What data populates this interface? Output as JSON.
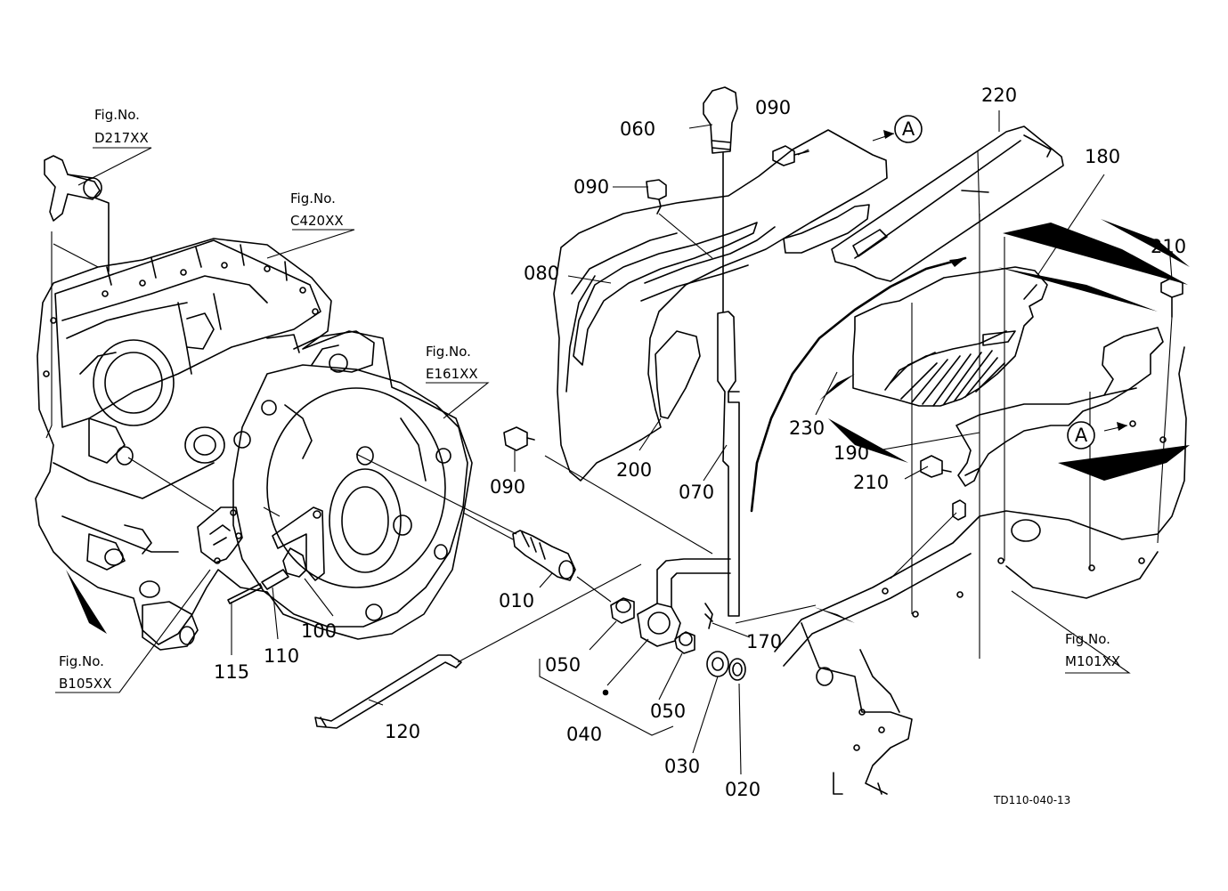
{
  "figure_refs": {
    "d217": {
      "line1": "Fig.No.",
      "line2": "D217XX"
    },
    "c420": {
      "line1": "Fig.No.",
      "line2": "C420XX"
    },
    "e161": {
      "line1": "Fig.No.",
      "line2": "E161XX"
    },
    "b105": {
      "line1": "Fig.No.",
      "line2": "B105XX"
    },
    "m101": {
      "line1": "Fig.No.",
      "line2": "M101XX"
    }
  },
  "part_numbers": {
    "p060": "060",
    "p090_top": "090",
    "p090_left": "090",
    "p090_bottom": "090",
    "p220": "220",
    "p180": "180",
    "p210_top": "210",
    "p210_mid": "210",
    "p080": "080",
    "p200": "200",
    "p070": "070",
    "p230": "230",
    "p190": "190",
    "p010": "010",
    "p100": "100",
    "p110": "110",
    "p115": "115",
    "p120": "120",
    "p050_a": "050",
    "p050_b": "050",
    "p040": "040",
    "p030": "030",
    "p020": "020",
    "p170": "170"
  },
  "callouts": {
    "a_top": "A",
    "a_right": "A"
  },
  "drawing_code": "TD110-040-13"
}
